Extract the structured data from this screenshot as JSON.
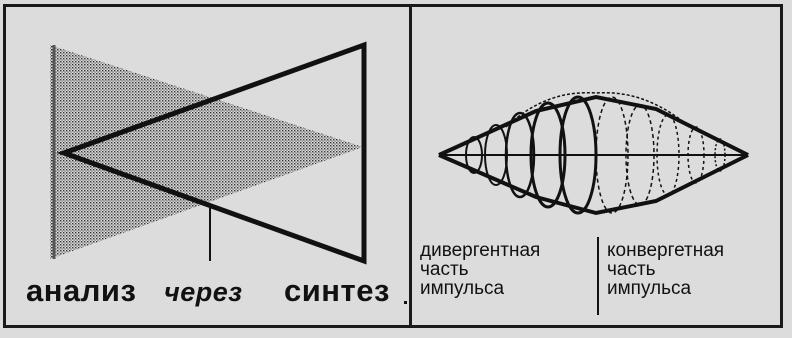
{
  "left_panel": {
    "word_analysis": "анализ",
    "word_through": "через",
    "word_synthesis": "синтез"
  },
  "right_panel": {
    "divergent": {
      "line1": "дивергентная",
      "line2": "часть",
      "line3": "импульса"
    },
    "convergent": {
      "line1": "конвергетная",
      "line2": "часть",
      "line3": "импульса"
    }
  },
  "colors": {
    "background": "#dcdcdc",
    "ink": "#111111",
    "stipple": "#555555"
  }
}
